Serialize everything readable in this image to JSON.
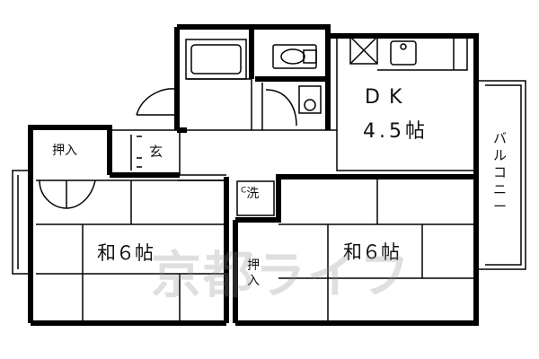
{
  "rooms": {
    "dk_name": "DK",
    "dk_size": "4.5帖",
    "washitsu_left": "和６帖",
    "washitsu_right": "和６帖",
    "oshiire_left": "押入",
    "oshiire_mid": "押入",
    "genkan": "玄",
    "sentaku": "洗",
    "sentaku_mark": "C",
    "balcony": "バルコニー"
  },
  "watermark": "京都ライフ"
}
